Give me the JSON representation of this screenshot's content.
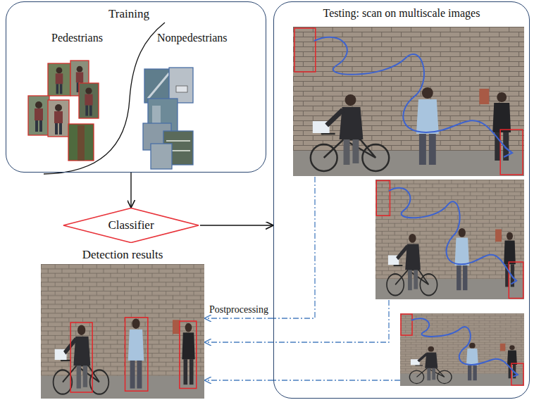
{
  "diagram": {
    "nodes": [
      {
        "text": [
          "Training",
          "Pedestrians",
          "Nonpedestrians"
        ]
      },
      {
        "text": [
          "Classifier"
        ]
      },
      {
        "text": [
          "Testing: scan on multiscale images"
        ]
      },
      {
        "text": [
          "Detection results"
        ]
      }
    ],
    "edges": [
      {
        "from": 0,
        "to": 1,
        "arrow": "to"
      },
      {
        "from": 1,
        "to": 2,
        "arrow": "to"
      },
      {
        "from": 2,
        "to": 3,
        "label": "Postprocessing",
        "arrow": "to"
      },
      {
        "from": 2,
        "to": 3,
        "arrow": "to"
      },
      {
        "from": 2,
        "to": 3,
        "arrow": "to"
      }
    ]
  }
}
